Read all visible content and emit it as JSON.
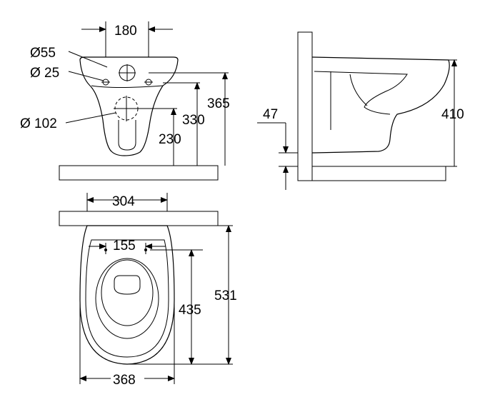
{
  "front_view": {
    "labels": {
      "width_180": "180",
      "dia_55": "Ø55",
      "dia_25": "Ø 25",
      "dia_102": "Ø 102",
      "height_365": "365",
      "height_330": "330",
      "height_230": "230"
    }
  },
  "side_view": {
    "labels": {
      "height_410": "410",
      "gap_47": "47"
    }
  },
  "top_view": {
    "labels": {
      "width_304": "304",
      "spacing_155": "155",
      "length_531": "531",
      "length_435": "435",
      "width_368": "368"
    }
  }
}
